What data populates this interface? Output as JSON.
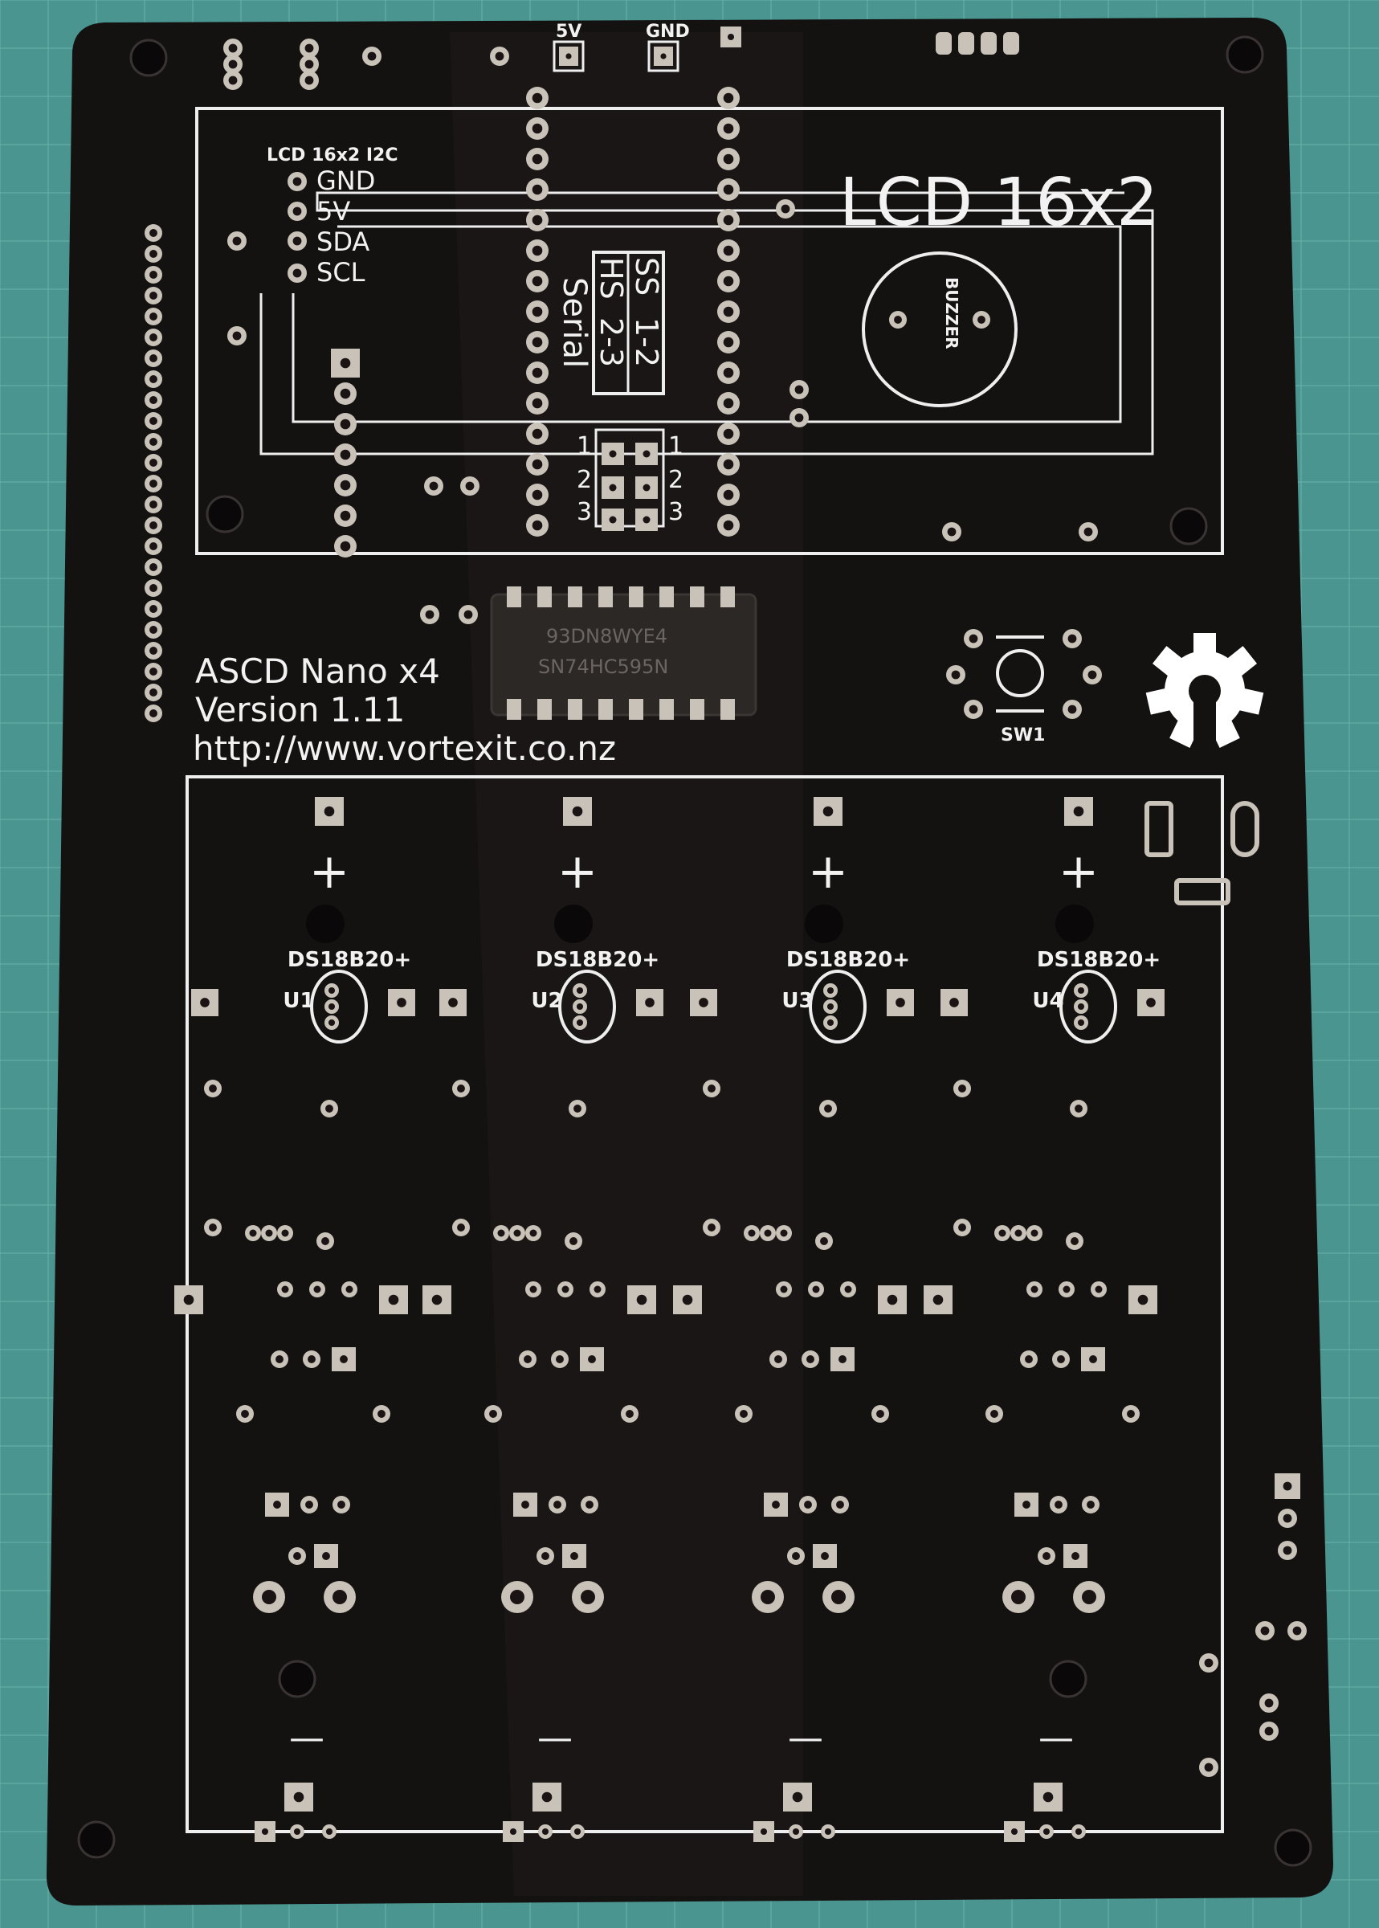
{
  "board": {
    "title": "ASCD Nano x4",
    "version": "Version 1.11",
    "url": "http://www.vortexit.co.nz",
    "lcd_label": "LCD 16x2",
    "i2c_header": {
      "title": "LCD 16x2 I2C",
      "pins": [
        "GND",
        "5V",
        "SDA",
        "SCL"
      ]
    },
    "power_labels": {
      "v5": "5V",
      "gnd": "GND"
    },
    "serial_label": "Serial",
    "jumper_labels": {
      "ss": "SS",
      "hs": "HS",
      "ss_pins": "1-2",
      "hs_pins": "2-3"
    },
    "jumper_pin_numbers": [
      "1",
      "2",
      "3"
    ],
    "buzzer_label": "BUZZER",
    "chip": {
      "line1": "93DN8WYE4",
      "line2": "SN74HC595N"
    },
    "switch_label": "SW1",
    "sensors": [
      {
        "plus": "+",
        "minus": "—",
        "model": "DS18B20+",
        "ref": "U1"
      },
      {
        "plus": "+",
        "minus": "—",
        "model": "DS18B20+",
        "ref": "U2"
      },
      {
        "plus": "+",
        "minus": "—",
        "model": "DS18B20+",
        "ref": "U3"
      },
      {
        "plus": "+",
        "minus": "—",
        "model": "DS18B20+",
        "ref": "U4"
      }
    ],
    "logo": "open-hardware-gear-icon"
  },
  "colors": {
    "mat": "#4a9590",
    "pcb": "#141111",
    "silkscreen": "#f2f2f2",
    "pad": "#c9c2b8"
  }
}
